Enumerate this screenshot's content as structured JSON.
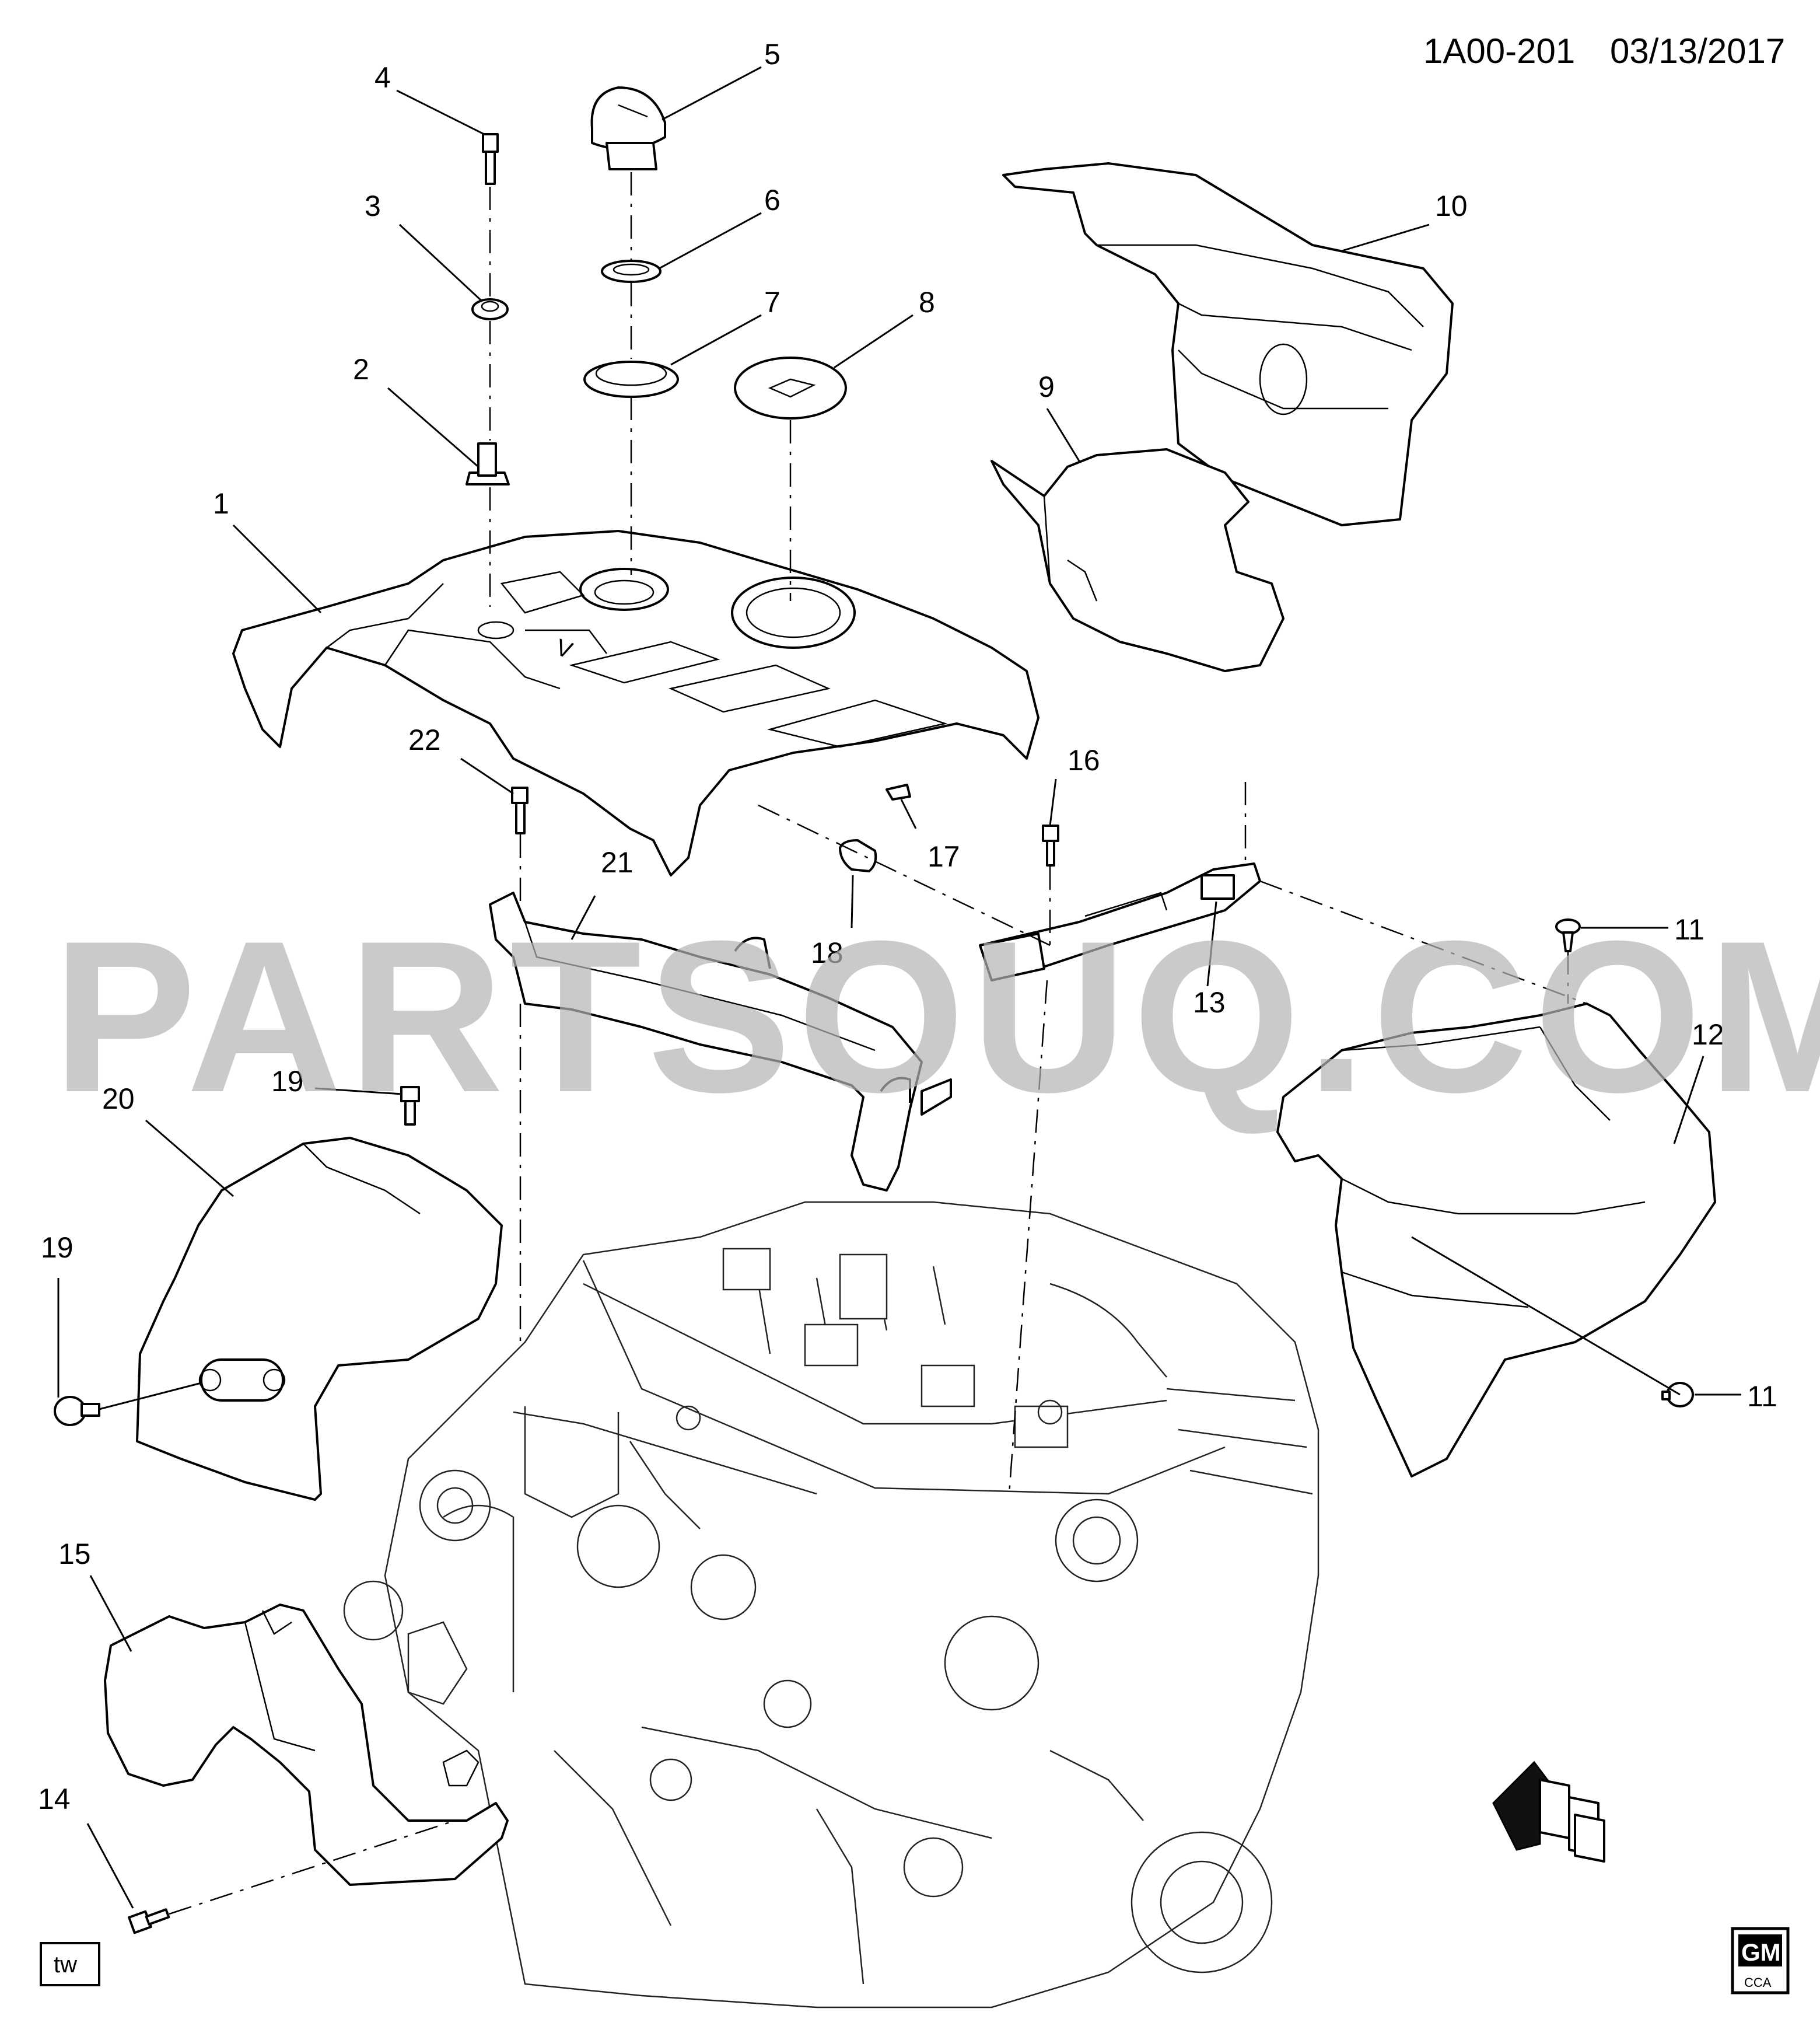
{
  "header": {
    "code": "1A00-201",
    "date": "03/13/2017"
  },
  "watermark": "PARTSOUQ.COM",
  "corner_badge": "tw",
  "logo": {
    "top": "GM",
    "bottom": "CCA"
  },
  "callouts": [
    "1",
    "2",
    "3",
    "4",
    "5",
    "6",
    "7",
    "8",
    "9",
    "10",
    "11",
    "11",
    "12",
    "13",
    "14",
    "15",
    "16",
    "17",
    "18",
    "19",
    "19",
    "20",
    "21",
    "22"
  ],
  "colors": {
    "watermark": "#b3b3b3",
    "line": "#000000"
  }
}
